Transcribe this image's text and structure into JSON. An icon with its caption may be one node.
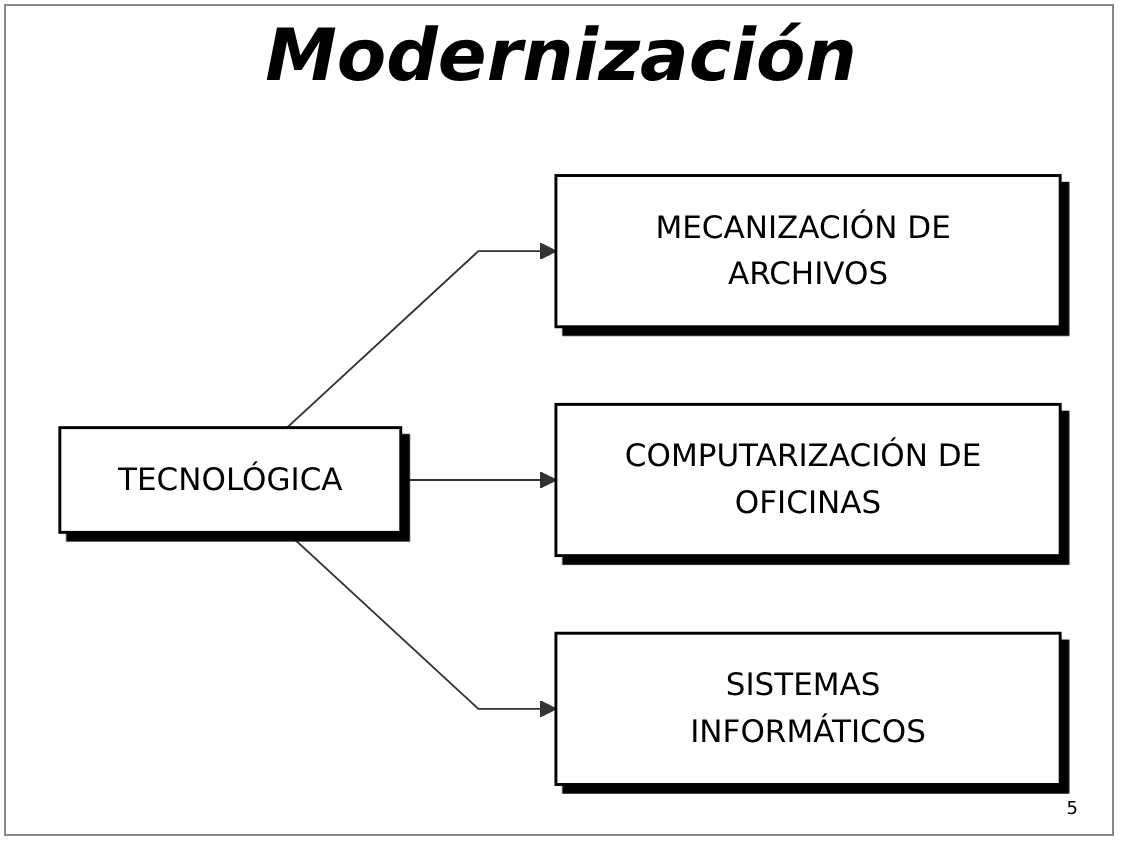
{
  "diagram": {
    "title": "Modernización",
    "nodes": [
      {
        "text": [
          "TECNOLÓGICA"
        ]
      },
      {
        "text": [
          "MECANIZACIÓN DE ARCHIVOS"
        ]
      },
      {
        "text": [
          "COMPUTARIZACIÓN DE OFICINAS"
        ]
      },
      {
        "text": [
          "SISTEMAS INFORMÁTICOS"
        ]
      }
    ],
    "edges": [
      {
        "from": 0,
        "to": 1,
        "arrow": "to"
      },
      {
        "from": 0,
        "to": 2,
        "arrow": "to"
      },
      {
        "from": 0,
        "to": 3,
        "arrow": "to"
      }
    ],
    "labels": [
      "5"
    ]
  }
}
